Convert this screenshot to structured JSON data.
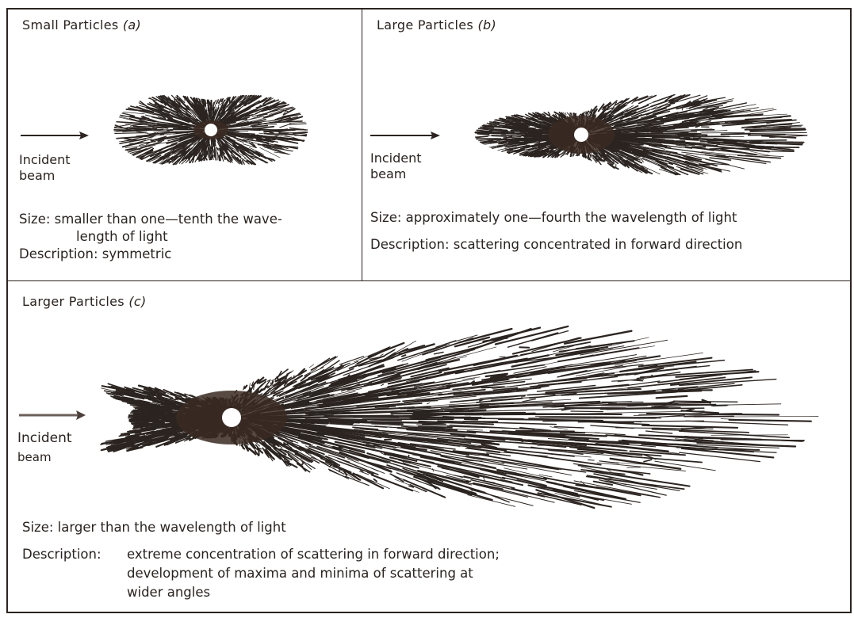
{
  "panel_a": {
    "title": "Small Particles",
    "tag": "(a)",
    "incident_line1": "Incident",
    "incident_line2": "beam",
    "size_line1": "Size: smaller than one—tenth the wave-",
    "size_line2": "length of light",
    "description": "Description: symmetric"
  },
  "panel_b": {
    "title": "Large Particles",
    "tag": "(b)",
    "incident_line1": "Incident",
    "incident_line2": "beam",
    "size": "Size: approximately one—fourth the wavelength of light",
    "description": "Description: scattering concentrated in forward direction"
  },
  "panel_c": {
    "title": "Larger Particles",
    "tag": "(c)",
    "incident_line1": "Incident",
    "incident_line2": "beam",
    "size": "Size: larger than the wavelength of light",
    "description_label": "Description:",
    "description_line1": "extreme concentration of scattering in forward direction;",
    "description_line2": "development of maxima and minima of scattering at",
    "description_line3": "wider angles"
  },
  "colors": {
    "ink": "#2b2420",
    "ink_dark": "#3a2a22",
    "paper": "#ffffff"
  }
}
